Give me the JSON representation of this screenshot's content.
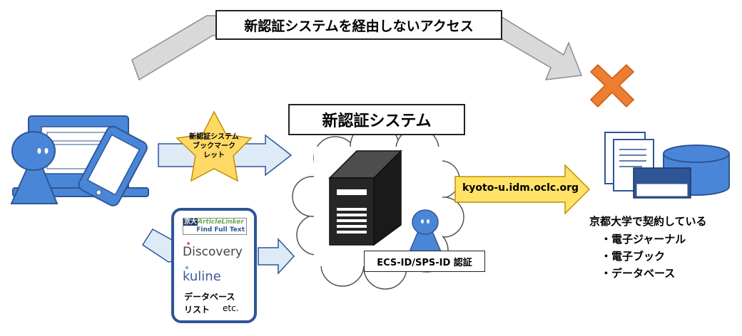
{
  "bypass_access_label": "新認証システムを経由しないアクセス",
  "new_auth_system_label": "新認証システム",
  "bookmarklet_label": [
    "新認証システム",
    "ブックマーク",
    "レット"
  ],
  "domain_label": "kyoto-u.idm.oclc.org",
  "auth_label": "ECS-ID/SPS-ID 認証",
  "tools": {
    "articlelinker_prefix": "京大",
    "articlelinker_name": "ArticleLinker",
    "articlelinker_sub": "Find Full Text",
    "discovery": "Discovery",
    "kuline": "kuline",
    "database_list_line1": "データベース",
    "database_list_line2": "リスト",
    "etc": "etc."
  },
  "resources": {
    "heading": "京都大学で契約している",
    "items": [
      "・電子ジャーナル",
      "・電子ブック",
      "・データベース"
    ]
  },
  "colors": {
    "user_blue": "#4A86D8",
    "outline_blue": "#2F5597",
    "arrow_light_blue": "#DEEBF7",
    "arrow_gray": "#D9D9D9",
    "arrow_yellow": "#FFE266",
    "star_yellow": "#FFD966",
    "cross_orange": "#ED7D31",
    "server_black": "#262626"
  }
}
